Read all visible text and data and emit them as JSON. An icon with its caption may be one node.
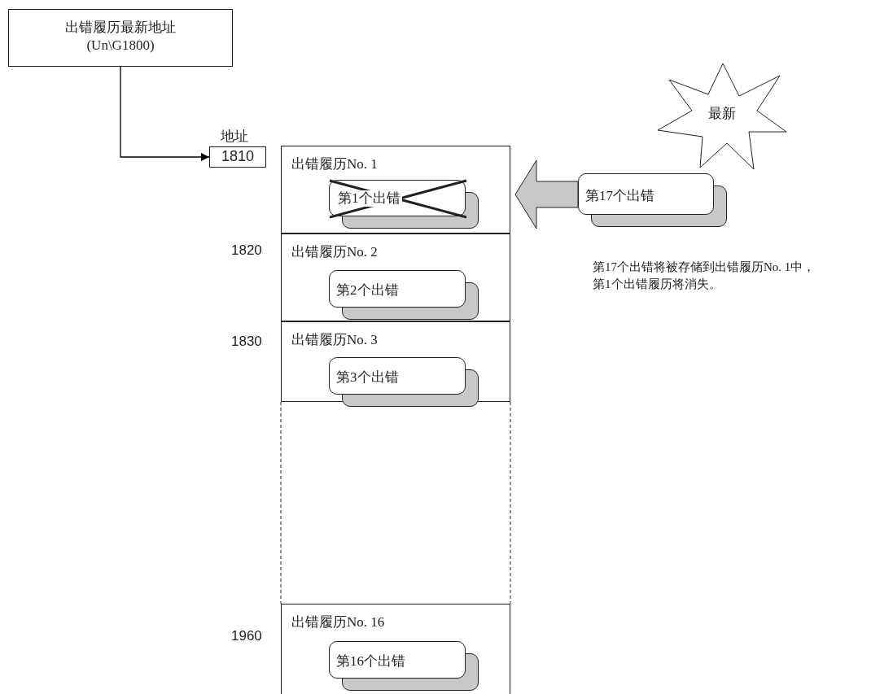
{
  "diagram": {
    "nodes": [
      {
        "text": [
          "出错履历最新地址",
          "(Un\\G1800)"
        ]
      },
      {
        "text": [
          "1810"
        ],
        "beside": [
          "地址"
        ]
      },
      {
        "text": [
          "出错履历No. 1"
        ]
      },
      {
        "text": [
          "第1个出错"
        ],
        "in": 2
      },
      {
        "text": [
          "出错履历No. 2"
        ]
      },
      {
        "text": [
          "第2个出错"
        ],
        "in": 4
      },
      {
        "text": [
          "出错履历No. 3"
        ]
      },
      {
        "text": [
          "第3个出错"
        ],
        "in": 6
      },
      {
        "text": [
          "出错履历No. 16"
        ]
      },
      {
        "text": [
          "第16个出错"
        ],
        "in": 8
      },
      {
        "text": [
          "最新"
        ]
      },
      {
        "text": [
          "第17个出错"
        ]
      }
    ],
    "edges": [
      {
        "from": 0,
        "to": 1,
        "arrow": "to"
      },
      {
        "from": 11,
        "to": 2,
        "arrow": "to",
        "style": "thick",
        "color": "#c8c8c8"
      }
    ],
    "labels": [
      "1820",
      "1830",
      "1960",
      "第17个出错将被存储到出错履历No. 1中，第1个出错履历将消失。"
    ]
  }
}
